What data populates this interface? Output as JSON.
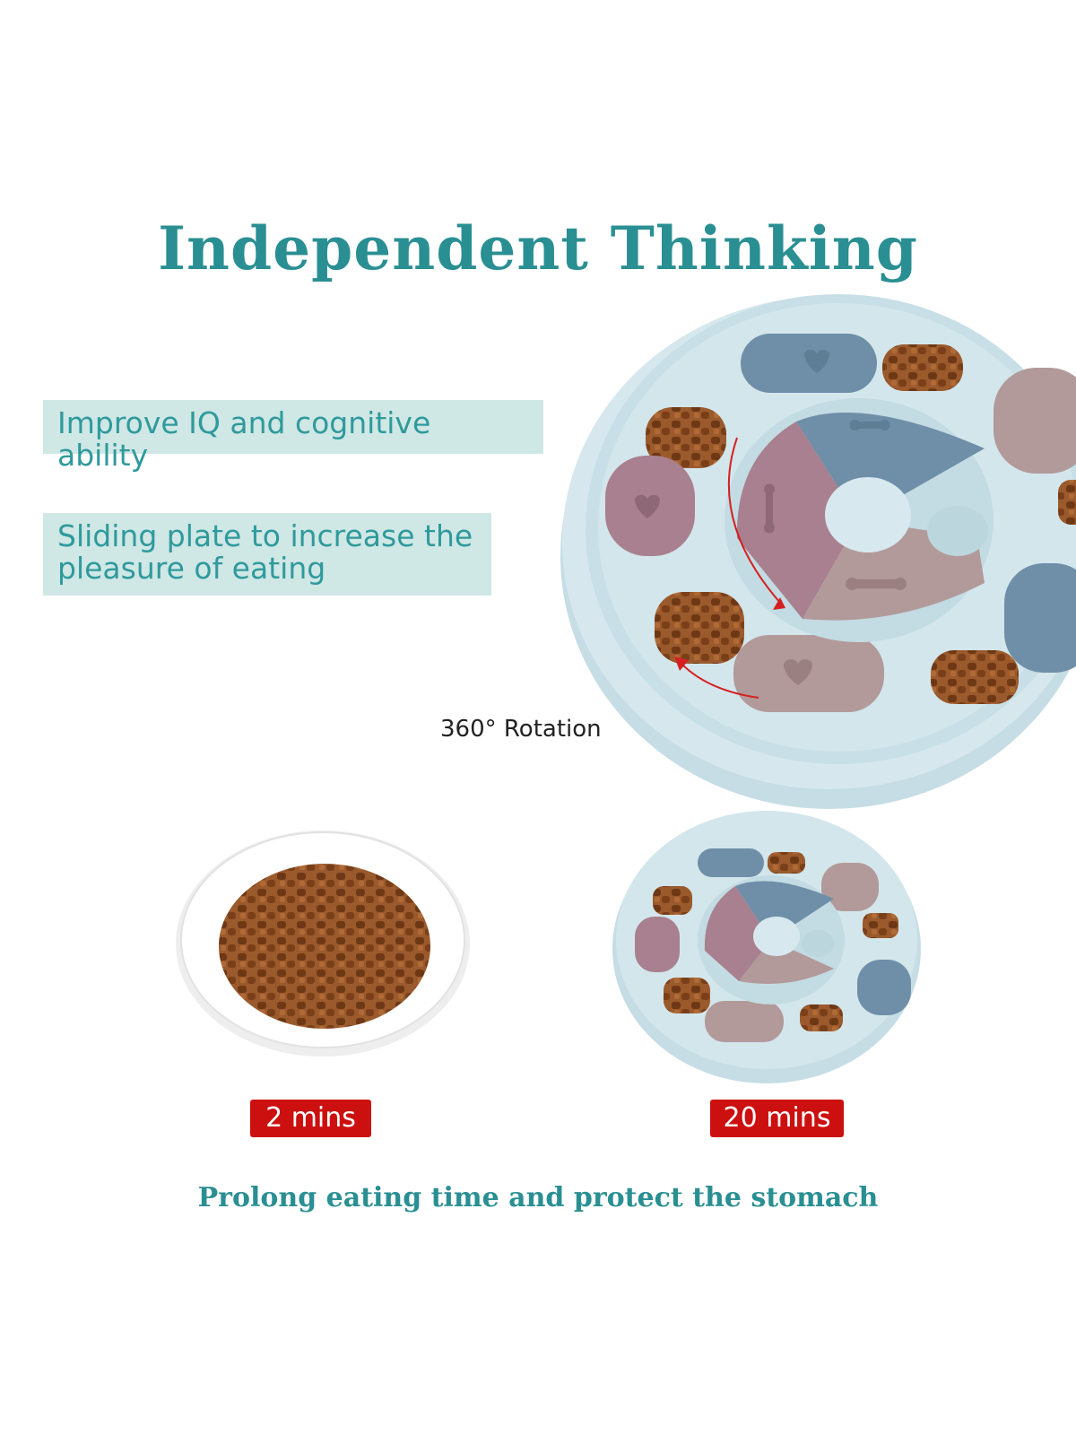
{
  "title": "Independent Thinking",
  "features": [
    {
      "text": "Improve IQ and cognitive ability"
    },
    {
      "text": "Sliding plate to increase the\npleasure of eating"
    }
  ],
  "rotation_label": "360° Rotation",
  "comparison": {
    "plate_time": "2 mins",
    "feeder_time": "20 mins"
  },
  "tagline": "Prolong eating time and protect the stomach",
  "colors": {
    "accent": "#2a8f92",
    "feature_bg": "#cfe7e5",
    "badge_red": "#cc1010",
    "feeder_base": "#cfe3ea",
    "lid_blue": "#6f8fa8",
    "lid_purple": "#a9808f",
    "lid_mauve": "#b29a9a",
    "kibble": "#8a4b22"
  }
}
